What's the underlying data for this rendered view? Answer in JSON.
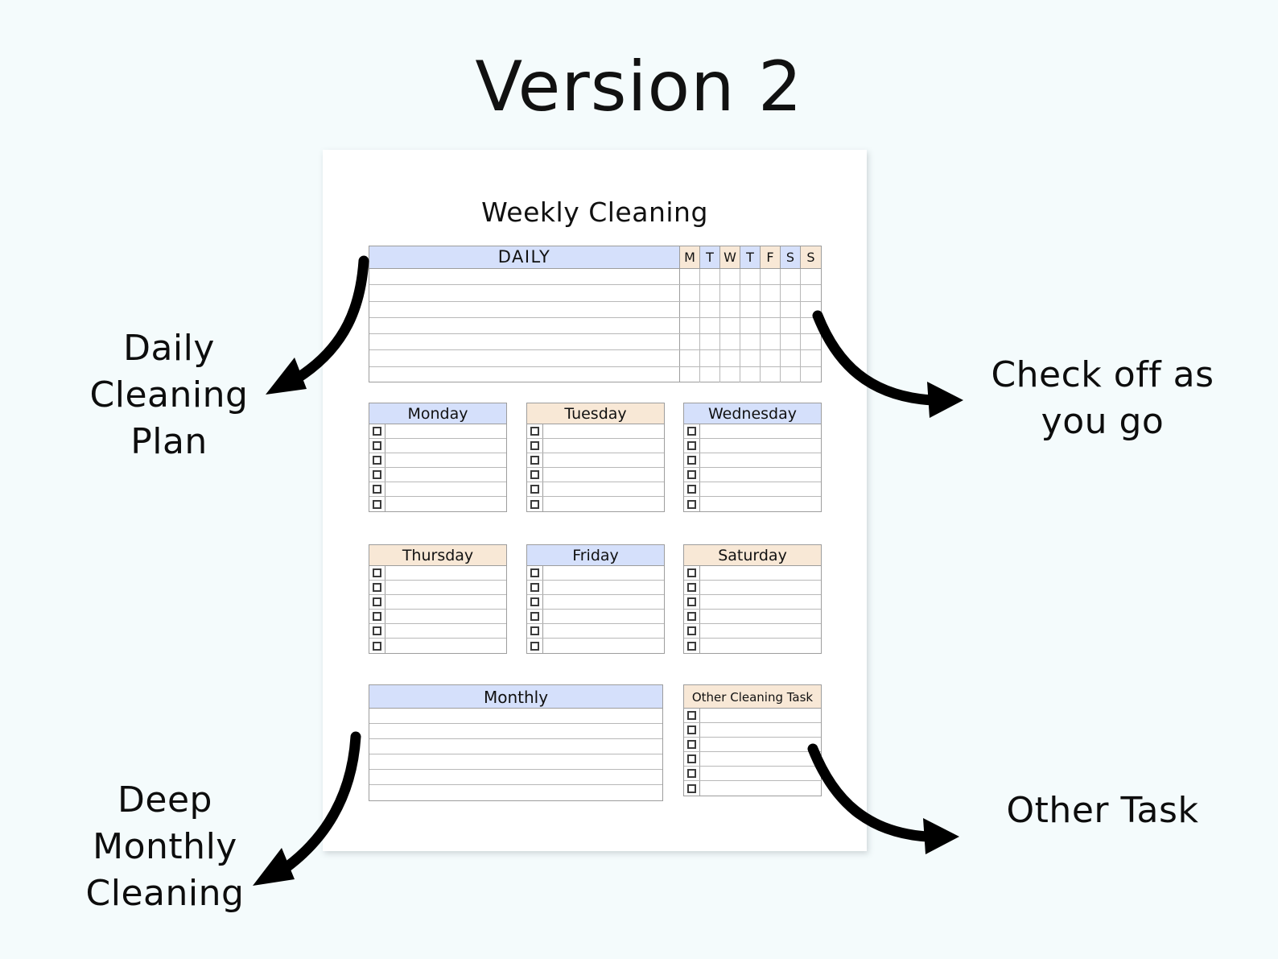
{
  "heading": "Version 2",
  "sheet": {
    "title": "Weekly Cleaning",
    "daily": {
      "label": "DAILY",
      "day_initials": [
        "M",
        "T",
        "W",
        "T",
        "F",
        "S",
        "S"
      ],
      "day_colors": [
        "peach",
        "blue",
        "peach",
        "blue",
        "peach",
        "blue",
        "peach"
      ],
      "row_count": 7
    },
    "day_cards": [
      {
        "label": "Monday",
        "color": "blue",
        "rows": 6
      },
      {
        "label": "Tuesday",
        "color": "peach",
        "rows": 6
      },
      {
        "label": "Wednesday",
        "color": "blue",
        "rows": 6
      },
      {
        "label": "Thursday",
        "color": "peach",
        "rows": 6
      },
      {
        "label": "Friday",
        "color": "blue",
        "rows": 6
      },
      {
        "label": "Saturday",
        "color": "peach",
        "rows": 6
      }
    ],
    "monthly": {
      "label": "Monthly",
      "color": "blue",
      "rows": 6
    },
    "other": {
      "label": "Other Cleaning Task",
      "color": "peach",
      "rows": 6
    }
  },
  "callouts": {
    "daily_plan": "Daily\nCleaning\nPlan",
    "check_off": "Check off as\nyou go",
    "deep_monthly": "Deep\nMonthly\nCleaning",
    "other_task": "Other Task"
  },
  "colors": {
    "background": "#f4fbfc",
    "page": "#ffffff",
    "header_blue": "#d5e0fb",
    "header_peach": "#f8e8d6",
    "grid_line": "#9d9d9d",
    "row_line": "#b8b8b8",
    "text": "#111111",
    "arrow": "#000000"
  }
}
